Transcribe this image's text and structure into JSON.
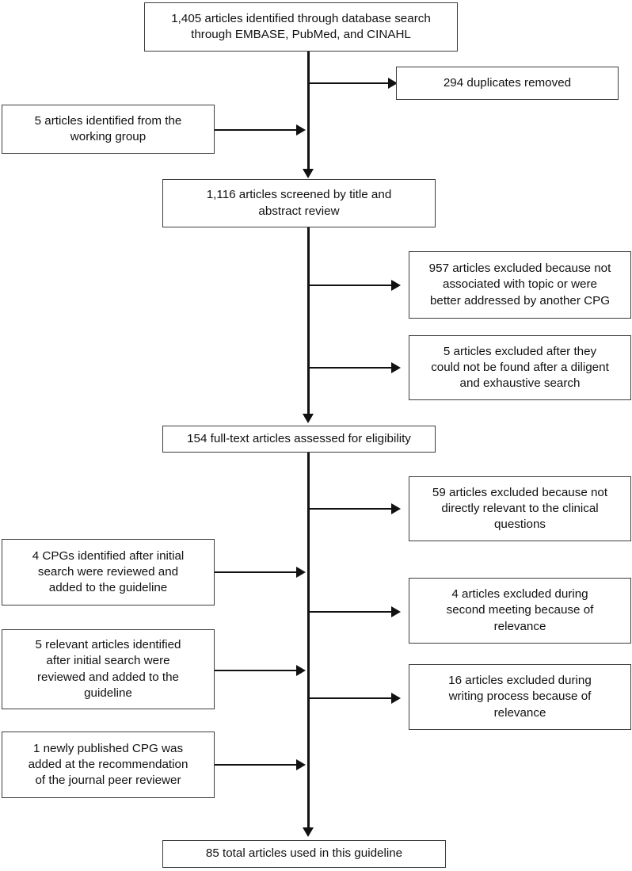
{
  "diagram": {
    "type": "prisma-flow-diagram",
    "colors": {
      "box_border": "#3d3d3d",
      "connector": "#111111",
      "background": "#ffffff",
      "text": "#111111"
    },
    "nodes": [
      {
        "id": "identified",
        "name": "records-identified-box",
        "text": "1,405 articles identified through database search\nthrough EMBASE, PubMed, and CINAHL",
        "count": 1405
      },
      {
        "id": "duplicates",
        "name": "duplicates-removed-box",
        "text": "294 duplicates removed",
        "count": 294
      },
      {
        "id": "working-group",
        "name": "working-group-articles-box",
        "text": "5 articles identified from the\nworking group",
        "count": 5
      },
      {
        "id": "screened",
        "name": "articles-screened-box",
        "text": "1,116 articles screened by title and\nabstract review",
        "count": 1116
      },
      {
        "id": "excluded-topic",
        "name": "excluded-not-associated-box",
        "text": "957 articles excluded because not\nassociated with topic or were\nbetter addressed by another CPG",
        "count": 957
      },
      {
        "id": "excluded-notfound",
        "name": "excluded-not-found-box",
        "text": "5 articles excluded after they\ncould not be found after a diligent\nand exhaustive search",
        "count": 5
      },
      {
        "id": "fulltext",
        "name": "fulltext-assessed-box",
        "text": "154 full-text articles assessed for eligibility",
        "count": 154
      },
      {
        "id": "excluded-relevant",
        "name": "excluded-not-relevant-box",
        "text": "59 articles excluded because not\ndirectly relevant to the clinical\nquestions",
        "count": 59
      },
      {
        "id": "cpgs-added",
        "name": "cpgs-identified-box",
        "text": "4 CPGs identified after initial\nsearch were reviewed and\nadded to the guideline",
        "count": 4
      },
      {
        "id": "excluded-second-meeting",
        "name": "excluded-second-meeting-box",
        "text": "4 articles excluded during\nsecond meeting because of\nrelevance",
        "count": 4
      },
      {
        "id": "relevant-added",
        "name": "relevant-articles-added-box",
        "text": "5 relevant articles identified\nafter initial search were\nreviewed and added to the\nguideline",
        "count": 5
      },
      {
        "id": "excluded-writing",
        "name": "excluded-writing-process-box",
        "text": "16 articles excluded during\nwriting process because of\nrelevance",
        "count": 16
      },
      {
        "id": "peer-reviewer-cpg",
        "name": "peer-reviewer-cpg-box",
        "text": "1 newly published CPG was\nadded at the recommendation\nof the journal peer reviewer",
        "count": 1
      },
      {
        "id": "total",
        "name": "total-articles-box",
        "text": "85 total articles used in this guideline",
        "count": 85
      }
    ],
    "edges": [
      {
        "from": "identified",
        "to": "duplicates",
        "style": "branch-right"
      },
      {
        "from": "working-group",
        "to": "spine-upper",
        "style": "merge-right"
      },
      {
        "from": "identified",
        "to": "screened",
        "style": "down"
      },
      {
        "from": "screened",
        "to": "excluded-topic",
        "style": "branch-right"
      },
      {
        "from": "screened",
        "to": "excluded-notfound",
        "style": "branch-right"
      },
      {
        "from": "screened",
        "to": "fulltext",
        "style": "down"
      },
      {
        "from": "fulltext",
        "to": "excluded-relevant",
        "style": "branch-right"
      },
      {
        "from": "cpgs-added",
        "to": "spine-lower",
        "style": "merge-right"
      },
      {
        "from": "fulltext",
        "to": "excluded-second-meeting",
        "style": "branch-right"
      },
      {
        "from": "relevant-added",
        "to": "spine-lower",
        "style": "merge-right"
      },
      {
        "from": "fulltext",
        "to": "excluded-writing",
        "style": "branch-right"
      },
      {
        "from": "peer-reviewer-cpg",
        "to": "spine-lower",
        "style": "merge-right"
      },
      {
        "from": "fulltext",
        "to": "total",
        "style": "down"
      }
    ]
  }
}
